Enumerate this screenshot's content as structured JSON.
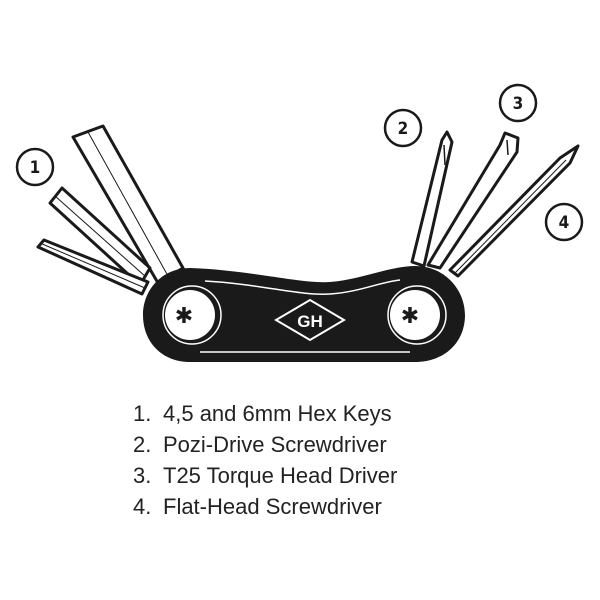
{
  "callouts": [
    "1",
    "2",
    "3",
    "4"
  ],
  "logo_text": "GH",
  "legend": [
    {
      "num": "1.",
      "label": "4,5 and 6mm Hex Keys"
    },
    {
      "num": "2.",
      "label": "Pozi-Drive Screwdriver"
    },
    {
      "num": "3.",
      "label": "T25 Torque Head Driver"
    },
    {
      "num": "4.",
      "label": "Flat-Head Screwdriver"
    }
  ],
  "colors": {
    "ink": "#1a1a1a",
    "paper": "#ffffff"
  }
}
